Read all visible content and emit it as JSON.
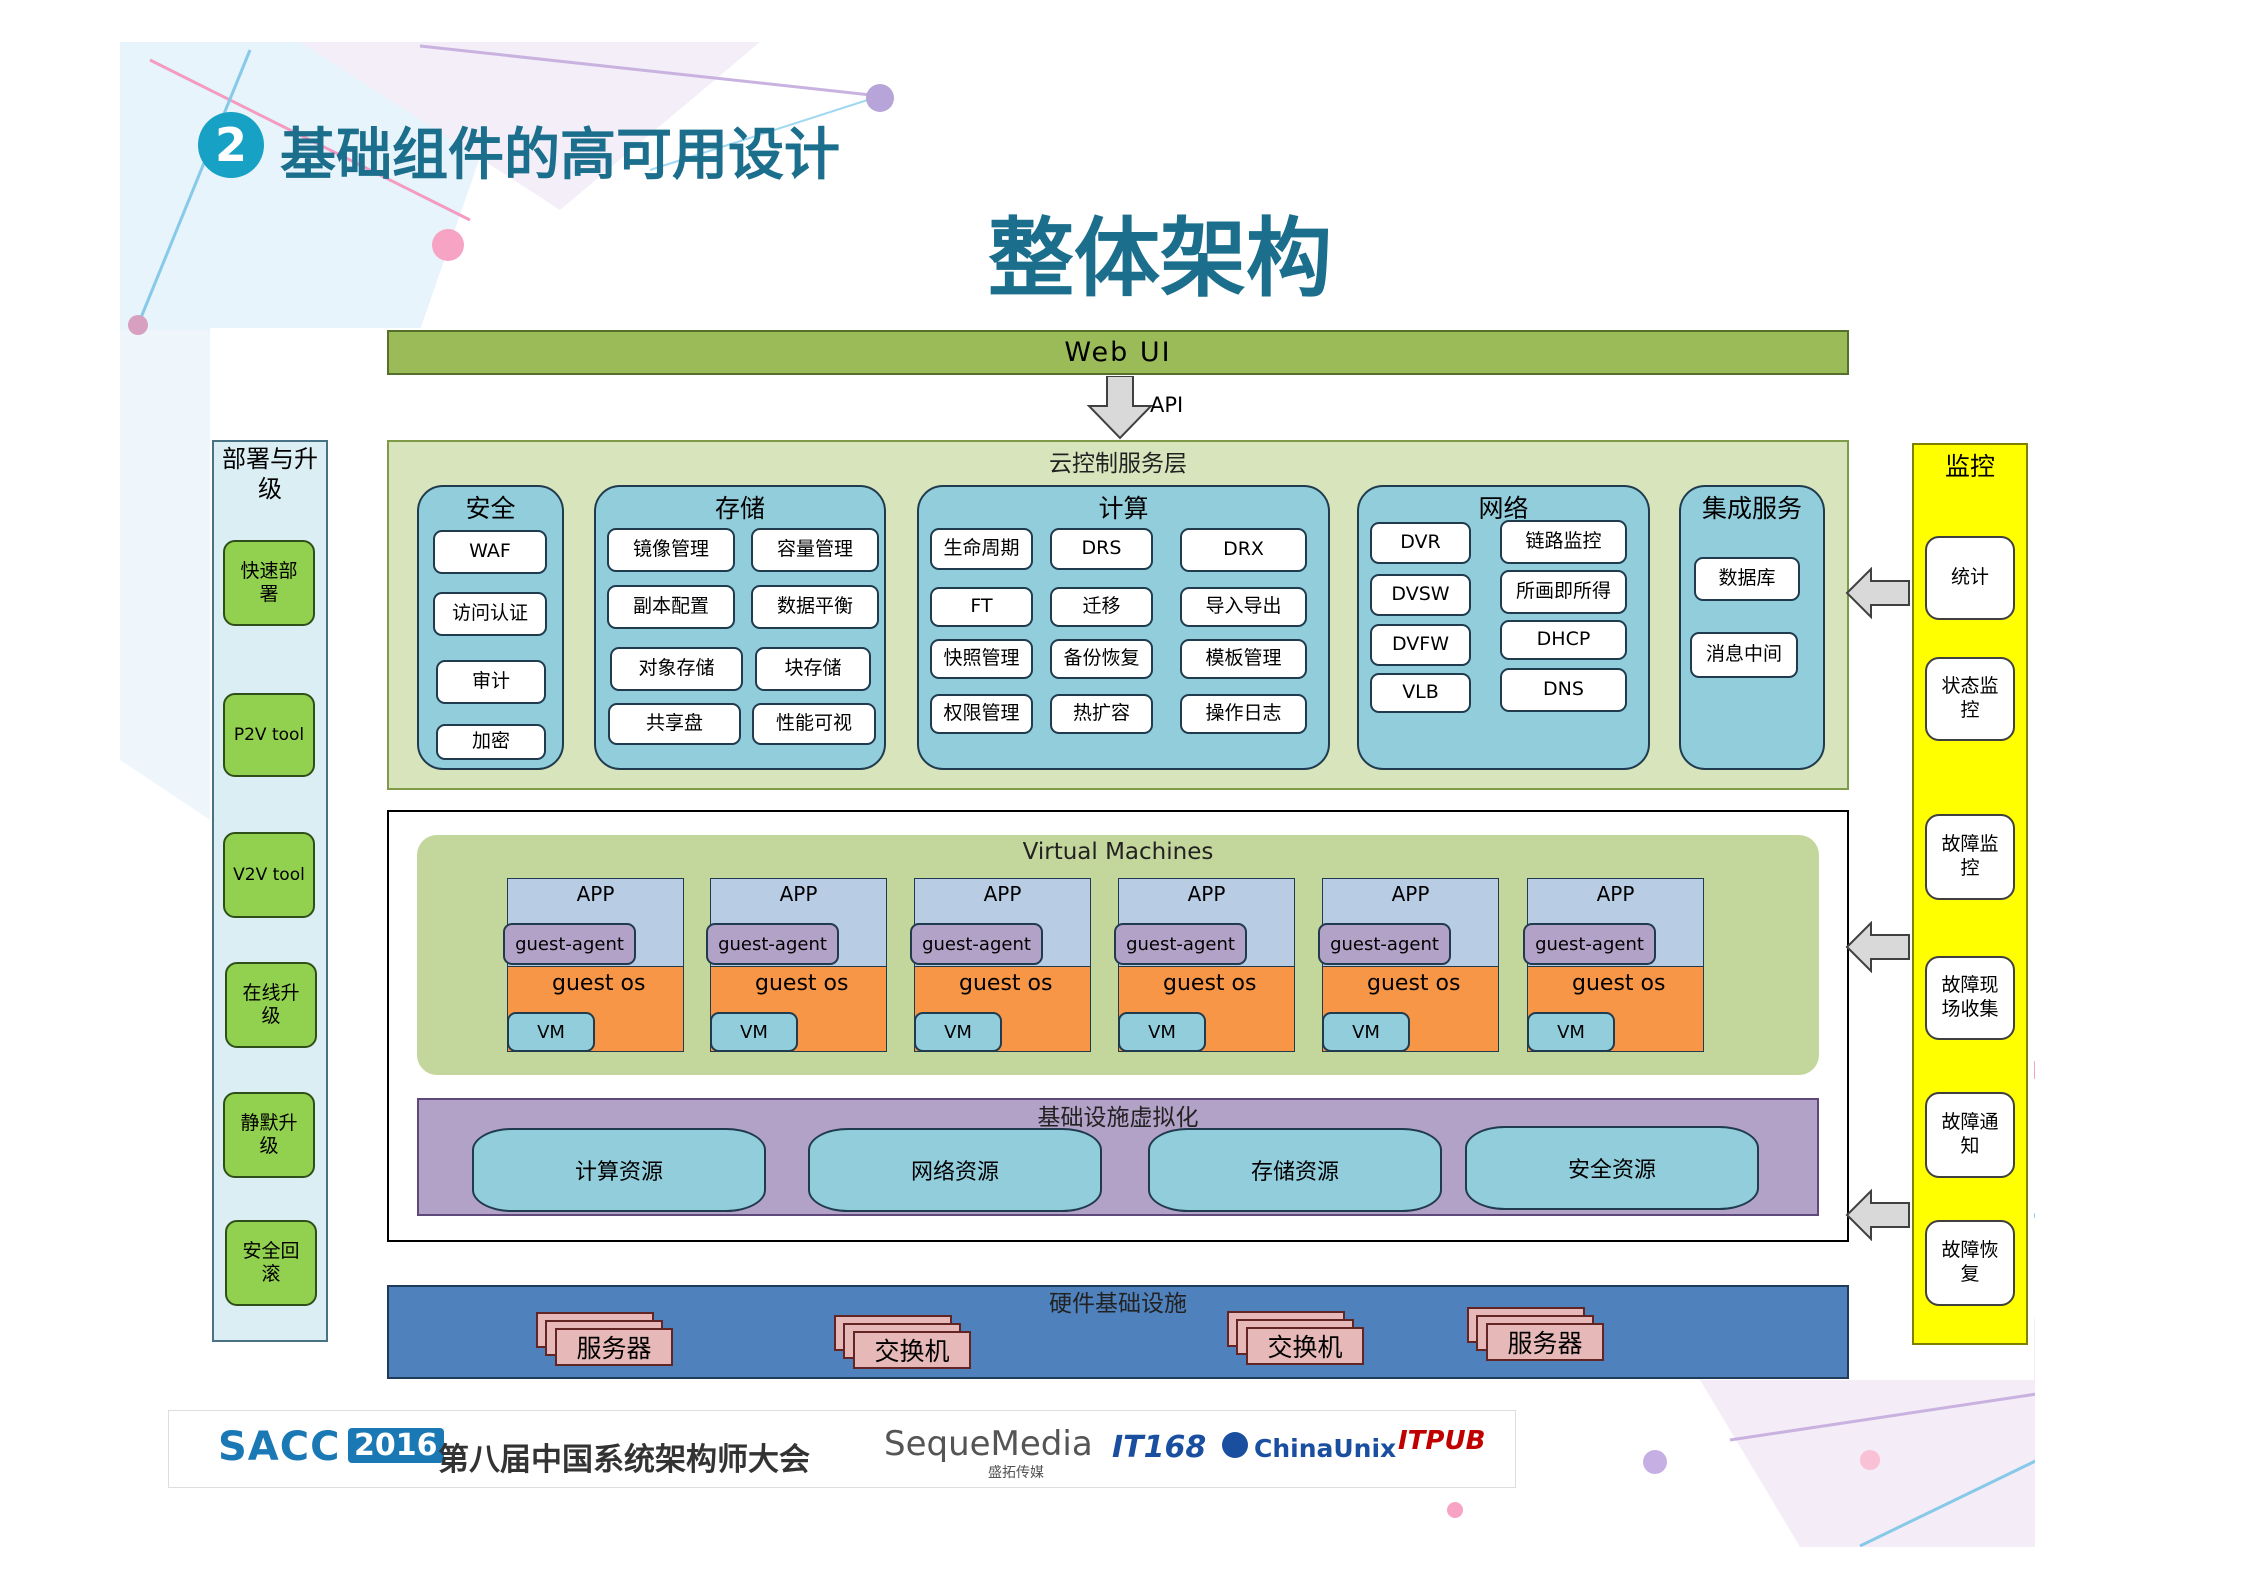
{
  "header": {
    "num": "2",
    "title": "基础组件的高可用设计"
  },
  "main_title": "整体架构",
  "web_ui": "Web  UI",
  "api": "API",
  "cloud_layer": {
    "title": "云控制服务层",
    "security": {
      "title": "安全",
      "items": [
        "WAF",
        "访问认证",
        "审计",
        "加密"
      ]
    },
    "storage": {
      "title": "存储",
      "items": [
        "镜像管理",
        "容量管理",
        "副本配置",
        "数据平衡",
        "对象存储",
        "块存储",
        "共享盘",
        "性能可视"
      ]
    },
    "compute": {
      "title": "计算",
      "items": [
        "生命周期",
        "DRS",
        "DRX",
        "FT",
        "迁移",
        "导入导出",
        "快照管理",
        "备份恢复",
        "模板管理",
        "权限管理",
        "热扩容",
        "操作日志"
      ]
    },
    "network": {
      "title": "网络",
      "items": [
        "DVR",
        "链路监控",
        "DVSW",
        "所画即所得",
        "DVFW",
        "DHCP",
        "VLB",
        "DNS"
      ]
    },
    "integration": {
      "title": "集成服务",
      "items": [
        "数据库",
        "消息中间"
      ]
    }
  },
  "vm_section": {
    "title": "Virtual Machines",
    "app": "APP",
    "agent": "guest-agent",
    "os": "guest os",
    "vm": "VM",
    "count": 6
  },
  "infra_virt": {
    "title": "基础设施虚拟化",
    "items": [
      "计算资源",
      "网络资源",
      "存储资源",
      "安全资源"
    ]
  },
  "hardware": {
    "title": "硬件基础设施",
    "items": [
      "服务器",
      "交换机",
      "交换机",
      "服务器"
    ]
  },
  "deploy": {
    "title": "部署与升级",
    "items": [
      "快速部署",
      "P2V tool",
      "V2V tool",
      "在线升级",
      "静默升级",
      "安全回滚"
    ]
  },
  "monitor": {
    "title": "监控",
    "items": [
      "统计",
      "状态监控",
      "故障监控",
      "故障现场收集",
      "故障通知",
      "故障恢复"
    ]
  },
  "footer": {
    "sacc": "SACC",
    "year": "2016",
    "conf": "第八届中国系统架构师大会",
    "seque": "SequeMedia",
    "seque_sub": "盛拓传媒",
    "it168": "IT168",
    "chinaunix": "ChinaUnix",
    "itpub": "ITPUB"
  }
}
